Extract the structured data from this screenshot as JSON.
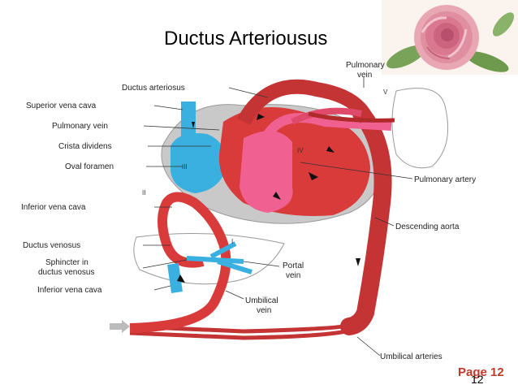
{
  "slide": {
    "title": "Ductus Arteriousus",
    "page_label": "Page 12",
    "page_number": "12"
  },
  "labels": {
    "ductus_arteriosus": "Ductus arteriosus",
    "superior_vena_cava": "Superior vena cava",
    "pulmonary_vein_left": "Pulmonary vein",
    "crista_dividens": "Crista dividens",
    "oval_foramen": "Oval foramen",
    "inferior_vena_cava_upper": "Inferior vena cava",
    "ductus_venosus": "Ductus venosus",
    "sphincter_line1": "Sphincter in",
    "sphincter_line2": "ductus venosus",
    "inferior_vena_cava_lower": "Inferior vena cava",
    "umbilical_vein_line1": "Umbilical",
    "umbilical_vein_line2": "vein",
    "portal_vein_line1": "Portal",
    "portal_vein_line2": "vein",
    "pulmonary_vein_top_line1": "Pulmonary",
    "pulmonary_vein_top_line2": "vein",
    "pulmonary_artery": "Pulmonary artery",
    "descending_aorta": "Descending aorta",
    "umbilical_arteries": "Umbilical arteries"
  },
  "roman_markers": {
    "i": "I",
    "ii": "II",
    "iii": "III",
    "iv": "IV",
    "v": "V"
  },
  "colors": {
    "oxygenated": "#d93a3a",
    "dark_red": "#a82a2a",
    "deoxygenated": "#3ab0e0",
    "mixed": "#f06090",
    "organ_outline": "#888888",
    "page_label": "#c0392b"
  }
}
